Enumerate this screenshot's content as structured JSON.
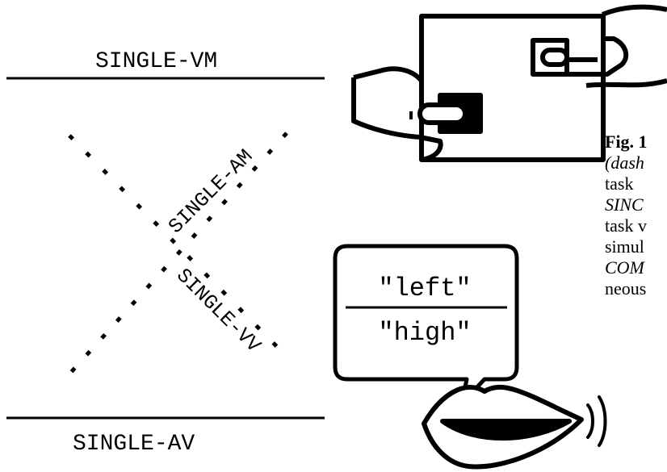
{
  "labels": {
    "single_vm": "SINGLE-VM",
    "single_am": "SINGLE-AM",
    "single_vv": "SINGLE-VV",
    "single_av": "SINGLE-AV"
  },
  "speech": {
    "top_word": "\"left\"",
    "bottom_word": "\"high\""
  },
  "caption_fragments": {
    "line1": "Fig. 1",
    "line2": "(dash",
    "line3": "task",
    "line4": "SINC",
    "line5": "task v",
    "line6": "simul",
    "line7": "COM",
    "line8": "neous"
  }
}
